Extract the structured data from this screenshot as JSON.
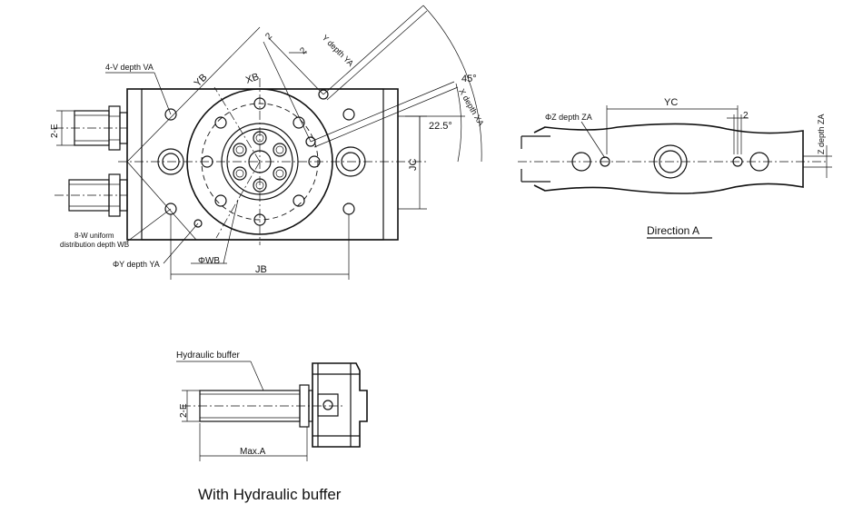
{
  "labels": {
    "four_v_depth_va": "4-V depth VA",
    "yb": "YB",
    "xb": "XB",
    "two_left": "2",
    "two_right": "2",
    "y_depth_ya": "Y depth YA",
    "x_depth_xa": "X depth XA",
    "angle_45": "45°",
    "angle_22_5": "22.5°",
    "two_e_top": "2-E",
    "jc": "JC",
    "eight_w_line1": "8-W uniform",
    "eight_w_line2": "distribution depth WB",
    "phi_y_depth_ya": "ΦY depth YA",
    "phi_wb": "ΦWB",
    "jb": "JB",
    "phi_z_depth_za": "ΦZ depth ZA",
    "yc": "YC",
    "two_side": "2",
    "z_depth_za": "Z depth ZA",
    "direction_a": "Direction A",
    "hydraulic_buffer": "Hydraulic buffer",
    "two_e_bottom": "2-E",
    "max_a": "Max.A",
    "with_hydraulic_buffer": "With Hydraulic buffer"
  }
}
